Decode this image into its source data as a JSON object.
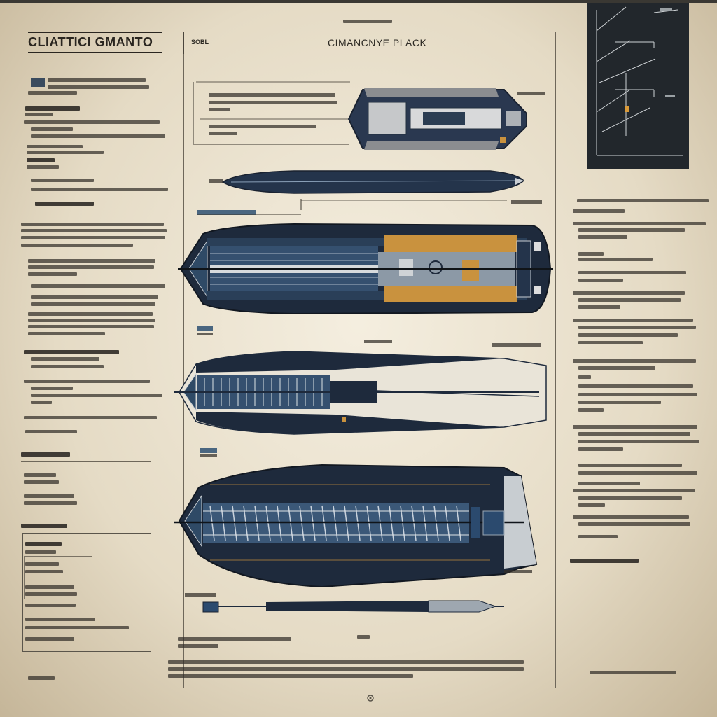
{
  "title": "CLIATTICI GMANTO",
  "center_title": "CIMANCNYE PLACK",
  "center_small_label": "SOBL",
  "colors": {
    "paper": "#e9e1cf",
    "hull_dark": "#1f2c3f",
    "hull_mid": "#2c4460",
    "accent_orange": "#c9923e",
    "panel_dark": "#22272c",
    "ink": "#2a2620"
  },
  "icons": [
    "ship-plan-icon",
    "hull-cross-section-icon",
    "schematic-graph-icon"
  ]
}
